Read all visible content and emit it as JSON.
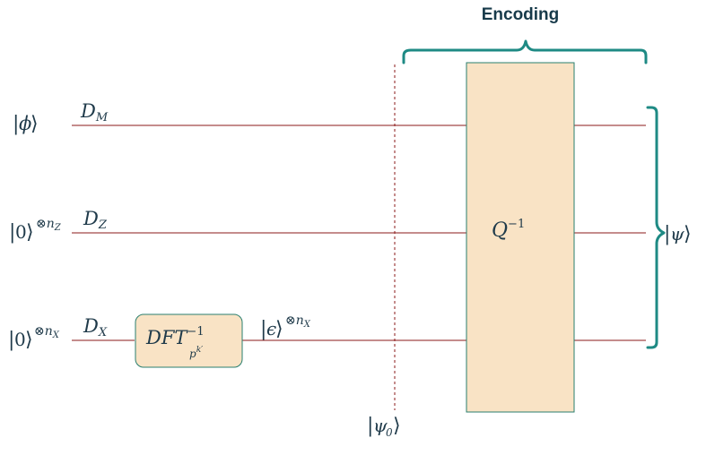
{
  "title": "Encoding",
  "inputs": {
    "top": {
      "ket": "ϕ"
    },
    "middle": {
      "ket": "0",
      "sup": "⊗n",
      "sub": "Z"
    },
    "bottom": {
      "ket": "0",
      "sup": "⊗n",
      "sub": "X"
    }
  },
  "wires": {
    "top": {
      "name": "D",
      "sub": "M"
    },
    "middle": {
      "name": "D",
      "sub": "Z"
    },
    "bottom": {
      "name": "D",
      "sub": "X"
    }
  },
  "dft_gate": {
    "name": "DFT",
    "sup": "−1",
    "sub_base": "p",
    "sub_exp": "k′"
  },
  "epsilon_state": {
    "ket": "ϵ",
    "sup": "⊗n",
    "sub": "X"
  },
  "psi0": {
    "ket": "ψ",
    "sub": "0"
  },
  "q_gate": {
    "name": "Q",
    "sup": "−1"
  },
  "output": {
    "ket": "ψ"
  },
  "colors": {
    "wire": "#8b1a1a",
    "gate_fill": "#f9e3c5",
    "gate_stroke": "#2a7f6f",
    "brace": "#1e8a84",
    "text": "#1f3a4a"
  }
}
